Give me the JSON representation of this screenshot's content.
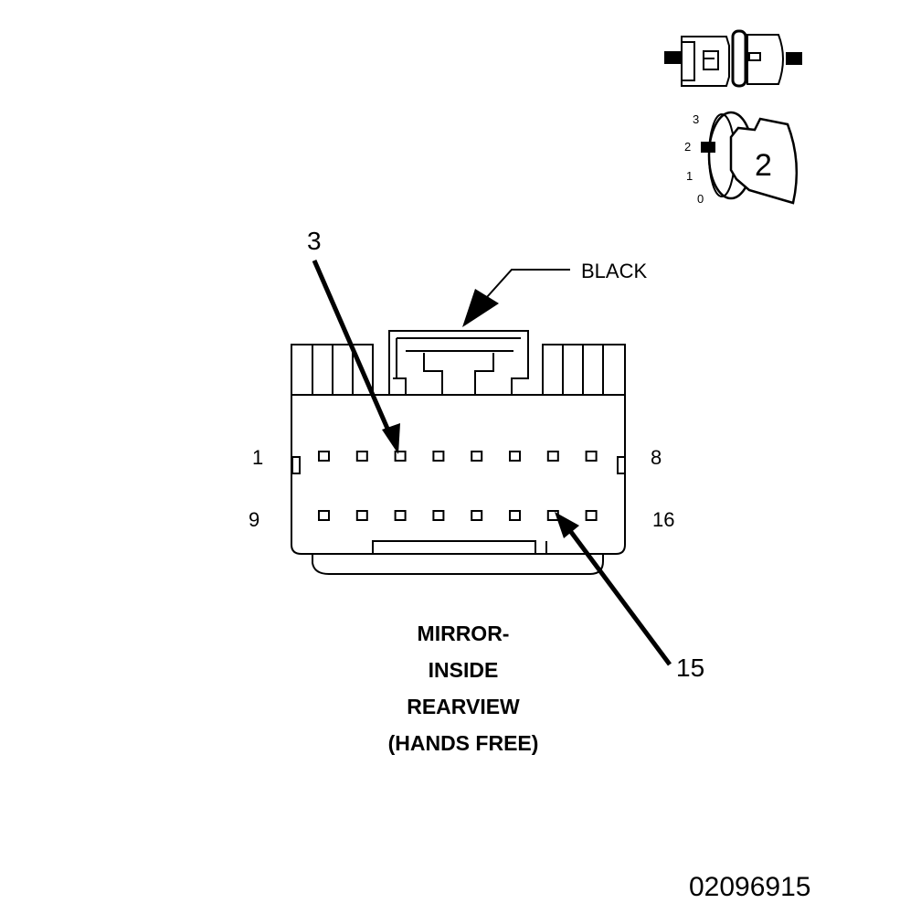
{
  "icons": {
    "connector_icon": "connector-side-view-icon",
    "lock_icon": "connector-position-lock-icon"
  },
  "position_indicator": {
    "levels": [
      "3",
      "2",
      "1",
      "0"
    ],
    "selected": "2"
  },
  "connector": {
    "color_label": "BLACK",
    "row1": {
      "first_pin": "1",
      "last_pin": "8",
      "count": 8
    },
    "row2": {
      "first_pin": "9",
      "last_pin": "16",
      "count": 8
    },
    "callouts": [
      "3",
      "15"
    ]
  },
  "title": [
    "MIRROR-",
    "INSIDE",
    "REARVIEW",
    "(HANDS FREE)"
  ],
  "figure_number": "02096915",
  "colors": {
    "ink": "#000000",
    "paper": "#ffffff"
  }
}
